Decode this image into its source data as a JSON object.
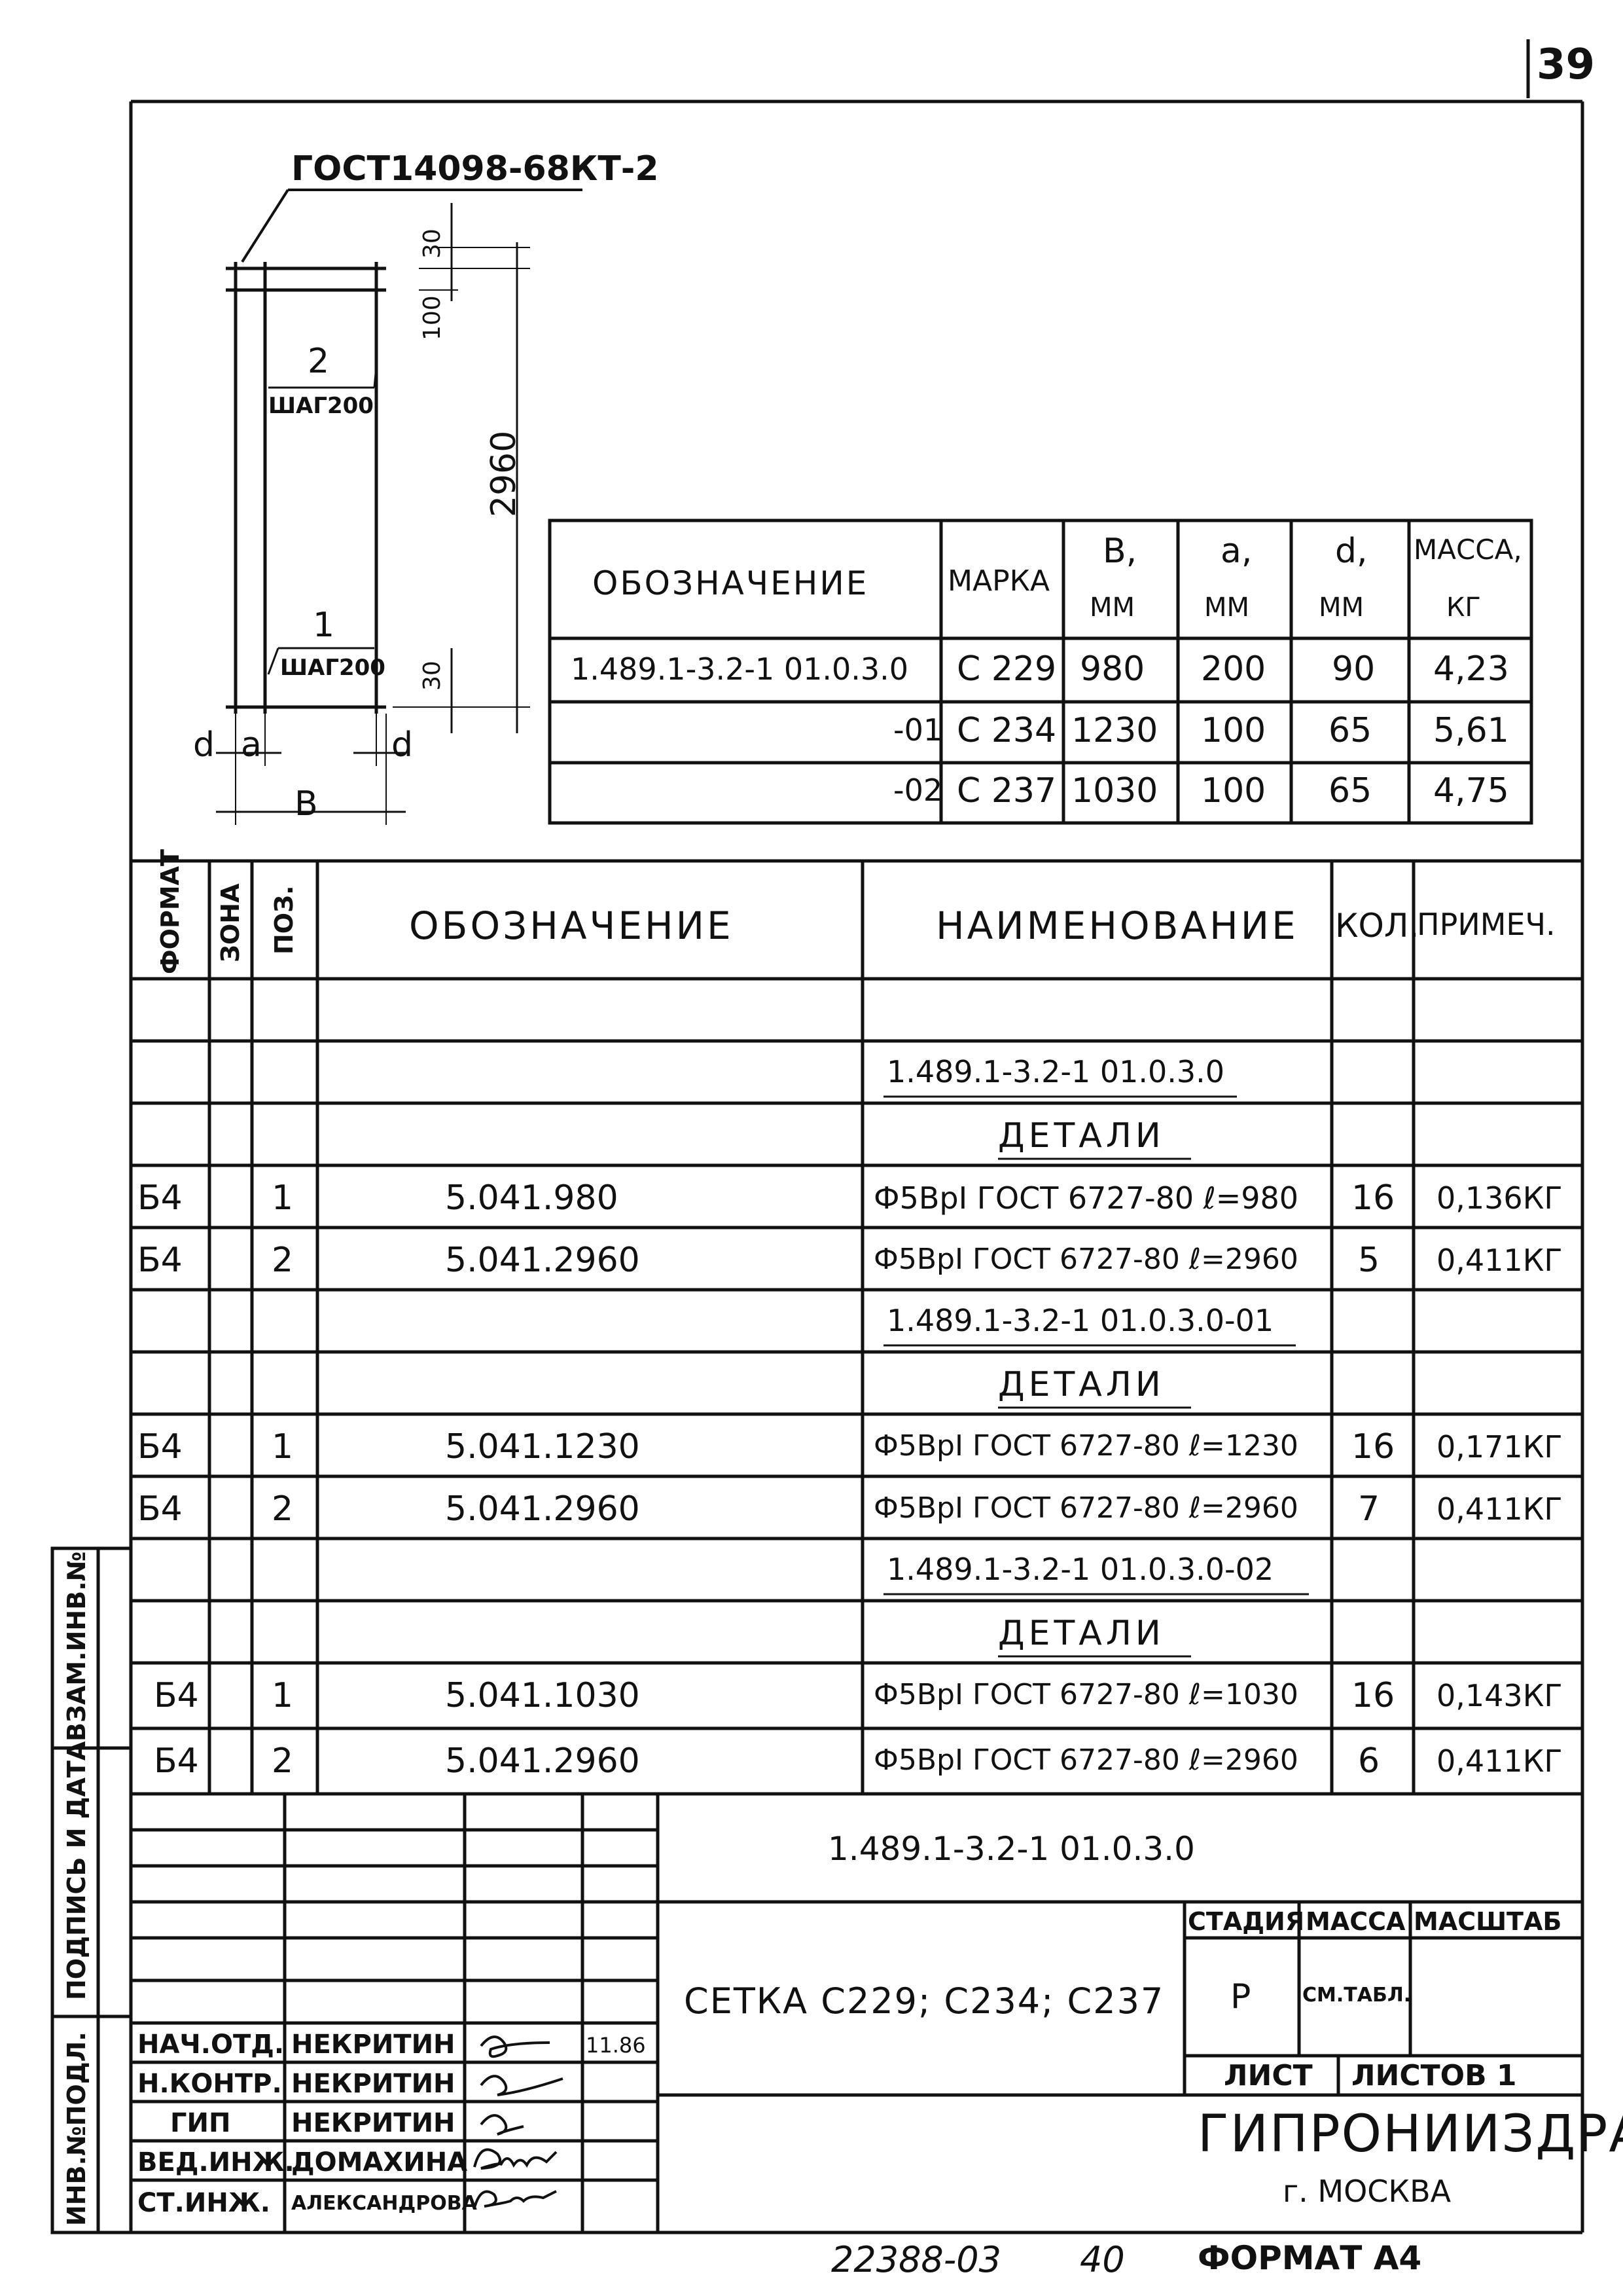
{
  "sheet_number": "39",
  "detail_drawing": {
    "standard_callout": "ГОСТ14098-68КТ-2",
    "pos2_number": "2",
    "pos2_step": "ШАГ200",
    "pos1_number": "1",
    "pos1_step": "ШАГ200",
    "dim_top_30": "30",
    "dim_100": "100",
    "dim_length": "2960",
    "dim_bottom_30": "30",
    "dim_d_left": "d",
    "dim_a": "a",
    "dim_d_right": "d",
    "dim_B": "B"
  },
  "params_table": {
    "headers": {
      "designation": "ОБОЗНАЧЕНИЕ",
      "mark": "МАРКА",
      "b": "B,",
      "b_unit": "ММ",
      "a": "a,",
      "a_unit": "ММ",
      "d": "d,",
      "d_unit": "ММ",
      "mass": "МАССА,",
      "mass_unit": "КГ"
    },
    "rows": [
      {
        "designation": "1.489.1-3.2-1 01.0.3.0",
        "mark": "С 229",
        "b": "980",
        "a": "200",
        "d": "90",
        "mass": "4,23"
      },
      {
        "designation": "-01",
        "mark": "С 234",
        "b": "1230",
        "a": "100",
        "d": "65",
        "mass": "5,61"
      },
      {
        "designation": "-02",
        "mark": "С 237",
        "b": "1030",
        "a": "100",
        "d": "65",
        "mass": "4,75"
      }
    ]
  },
  "spec_table": {
    "headers": {
      "format": "ФОРМАТ",
      "zone": "ЗОНА",
      "pos": "ПОЗ.",
      "designation": "ОБОЗНАЧЕНИЕ",
      "name": "НАИМЕНОВАНИЕ",
      "qty": "КОЛ.",
      "note": "ПРИМЕЧ."
    },
    "groups": [
      {
        "title": "1.489.1-3.2-1 01.0.3.0",
        "section": "ДЕТАЛИ",
        "items": [
          {
            "format": "Б4",
            "pos": "1",
            "designation": "5.041.980",
            "name": "Ф5ВрI ГОСТ 6727-80 ℓ=980",
            "qty": "16",
            "note": "0,136КГ"
          },
          {
            "format": "Б4",
            "pos": "2",
            "designation": "5.041.2960",
            "name": "Ф5ВрI ГОСТ 6727-80 ℓ=2960",
            "qty": "5",
            "note": "0,411КГ"
          }
        ]
      },
      {
        "title": "1.489.1-3.2-1 01.0.3.0-01",
        "section": "ДЕТАЛИ",
        "items": [
          {
            "format": "Б4",
            "pos": "1",
            "designation": "5.041.1230",
            "name": "Ф5ВрI ГОСТ 6727-80 ℓ=1230",
            "qty": "16",
            "note": "0,171КГ"
          },
          {
            "format": "Б4",
            "pos": "2",
            "designation": "5.041.2960",
            "name": "Ф5ВрI ГОСТ 6727-80 ℓ=2960",
            "qty": "7",
            "note": "0,411КГ"
          }
        ]
      },
      {
        "title": "1.489.1-3.2-1 01.0.3.0-02",
        "section": "ДЕТАЛИ",
        "items": [
          {
            "format": "Б4",
            "pos": "1",
            "designation": "5.041.1030",
            "name": "Ф5ВрI ГОСТ 6727-80 ℓ=1030",
            "qty": "16",
            "note": "0,143КГ"
          },
          {
            "format": "Б4",
            "pos": "2",
            "designation": "5.041.2960",
            "name": "Ф5ВрI ГОСТ 6727-80 ℓ=2960",
            "qty": "6",
            "note": "0,411КГ"
          }
        ]
      }
    ]
  },
  "side_stamp": {
    "inv_sub": "ИНВ.№ПОДЛ.",
    "sign_date": "ПОДПИСЬ И ДАТА",
    "replace_inv": "ВЗАМ.ИНВ.№"
  },
  "title_block": {
    "document_code": "1.489.1-3.2-1 01.0.3.0",
    "product_name": "СЕТКА С229; С234; С237",
    "stage_label": "СТАДИЯ",
    "mass_label": "МАССА",
    "scale_label": "МАСШТАБ",
    "stage_value": "Р",
    "mass_value": "СМ.ТАБЛ.",
    "sheet_label": "ЛИСТ",
    "sheets_label": "ЛИСТОВ 1",
    "organization": "ГИПРОНИИЗДРАВ",
    "city": "г. МОСКВА",
    "signatures": [
      {
        "role": "НАЧ.ОТД.",
        "name": "НЕКРИТИН",
        "date": "11.86"
      },
      {
        "role": "Н.КОНТР.",
        "name": "НЕКРИТИН",
        "date": ""
      },
      {
        "role": "ГИП",
        "name": "НЕКРИТИН",
        "date": ""
      },
      {
        "role": "ВЕД.ИНЖ.",
        "name": "ДОМАХИНА",
        "date": ""
      },
      {
        "role": "СТ.ИНЖ.",
        "name": "АЛЕКСАНДРОВА",
        "date": ""
      }
    ]
  },
  "footer": {
    "inventory": "22388-03",
    "page": "40",
    "format": "ФОРМАТ А4"
  }
}
